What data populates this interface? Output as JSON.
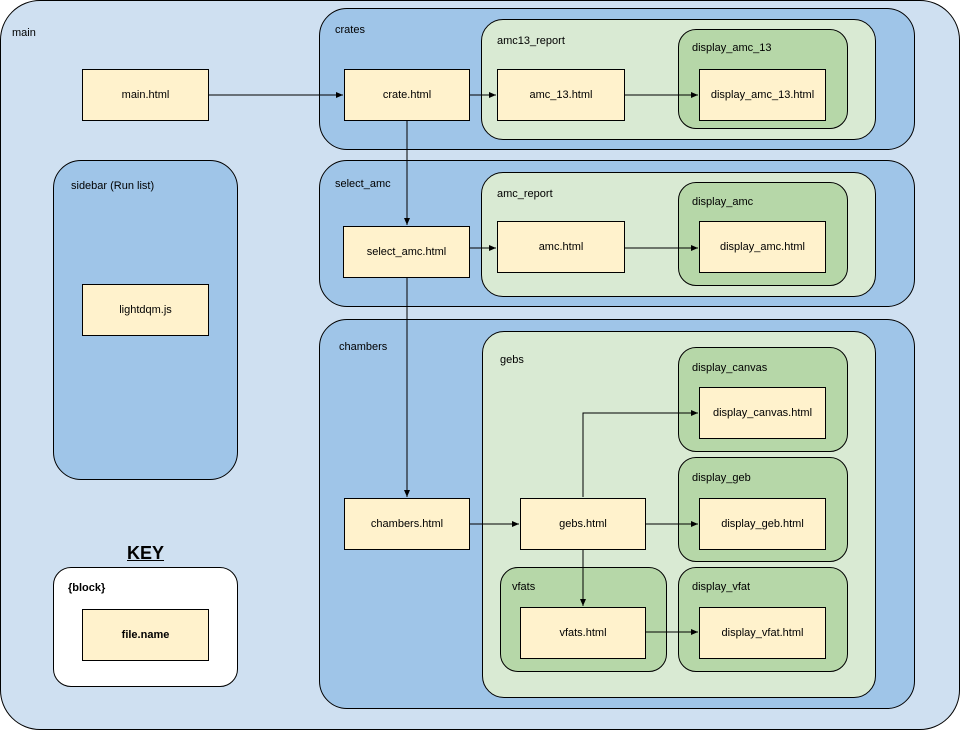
{
  "containers": {
    "main": "main",
    "crates": "crates",
    "amc13_report": "amc13_report",
    "display_amc_13": "display_amc_13",
    "select_amc": "select_amc",
    "amc_report": "amc_report",
    "display_amc": "display_amc",
    "sidebar": "sidebar (Run list)",
    "chambers": "chambers",
    "gebs": "gebs",
    "display_canvas": "display_canvas",
    "display_geb": "display_geb",
    "vfats": "vfats",
    "display_vfat": "display_vfat"
  },
  "files": {
    "main": "main.html",
    "crate": "crate.html",
    "amc_13": "amc_13.html",
    "display_amc_13": "display_amc_13.html",
    "select_amc": "select_amc.html",
    "amc": "amc.html",
    "display_amc": "display_amc.html",
    "lightdqm": "lightdqm.js",
    "chambers": "chambers.html",
    "gebs": "gebs.html",
    "display_canvas": "display_canvas.html",
    "display_geb": "display_geb.html",
    "vfats": "vfats.html",
    "display_vfat": "display_vfat.html"
  },
  "key": {
    "title": "KEY",
    "block_label": "{block}",
    "file_label": "file.name"
  },
  "colors": {
    "main_bg": "#cfe0f1",
    "block_blue": "#9fc5e8",
    "block_light_green": "#d9ead3",
    "block_dark_green": "#b6d7a8",
    "file_bg": "#fff2cc"
  }
}
